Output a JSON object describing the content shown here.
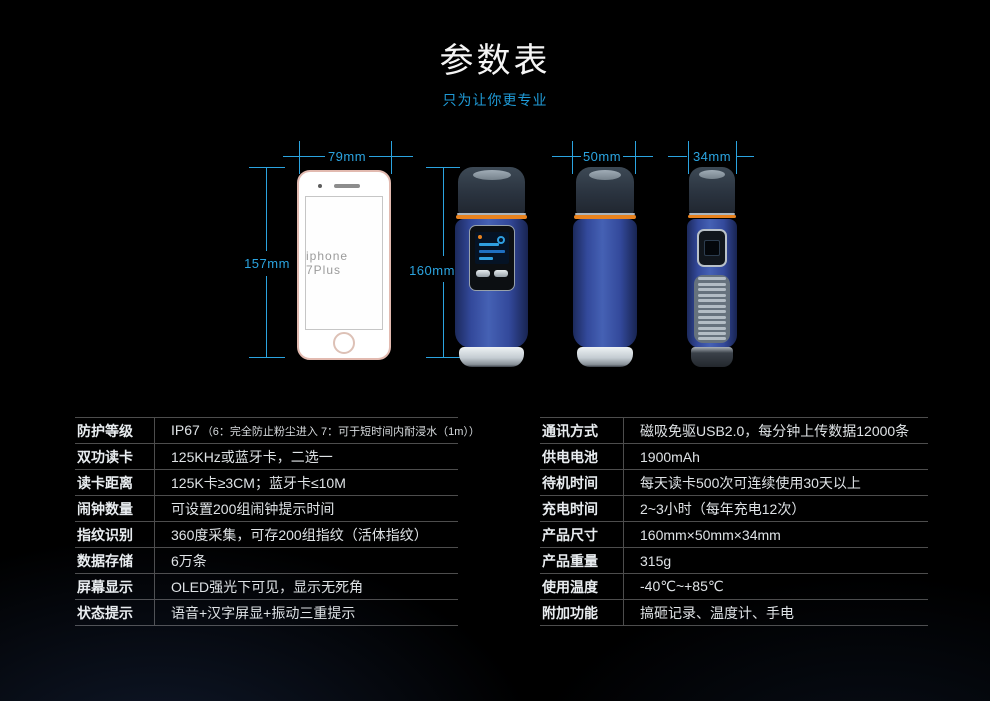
{
  "header": {
    "title": "参数表",
    "subtitle": "只为让你更专业"
  },
  "colors": {
    "accent_dimension_blue": "#2ba4e0",
    "subtitle_blue": "#1f9ad6",
    "device_body_blue": "#33499b",
    "device_band_orange": "#e8821e",
    "phone_frame_rosegold": "#e2bab0"
  },
  "diagram": {
    "phone": {
      "label": "iphone 7Plus",
      "width_dim": "79mm",
      "height_dim": "157mm"
    },
    "device": {
      "height_dim": "160mm",
      "width_dim": "50mm",
      "depth_dim": "34mm"
    }
  },
  "tables": {
    "left": {
      "rows": [
        {
          "label": "防护等级",
          "value": "IP67",
          "note": "（6：完全防止粉尘进入 7：可于短时间内耐浸水（1m））"
        },
        {
          "label": "双功读卡",
          "value": "125KHz或蓝牙卡，二选一"
        },
        {
          "label": "读卡距离",
          "value": "125K卡≥3CM；蓝牙卡≤10M"
        },
        {
          "label": "闹钟数量",
          "value": "可设置200组闹钟提示时间"
        },
        {
          "label": "指纹识别",
          "value": "360度采集，可存200组指纹（活体指纹）"
        },
        {
          "label": "数据存储",
          "value": "6万条"
        },
        {
          "label": "屏幕显示",
          "value": "OLED强光下可见，显示无死角"
        },
        {
          "label": "状态提示",
          "value": "语音+汉字屏显+振动三重提示"
        }
      ]
    },
    "right": {
      "rows": [
        {
          "label": "通讯方式",
          "value": "磁吸免驱USB2.0，每分钟上传数据12000条"
        },
        {
          "label": "供电电池",
          "value": "1900mAh"
        },
        {
          "label": "待机时间",
          "value": "每天读卡500次可连续使用30天以上"
        },
        {
          "label": "充电时间",
          "value": "2~3小时（每年充电12次）"
        },
        {
          "label": "产品尺寸",
          "value": "160mm×50mm×34mm"
        },
        {
          "label": "产品重量",
          "value": "315g"
        },
        {
          "label": "使用温度",
          "value": "-40℃~+85℃"
        },
        {
          "label": "附加功能",
          "value": "搞砸记录、温度计、手电"
        }
      ]
    }
  }
}
